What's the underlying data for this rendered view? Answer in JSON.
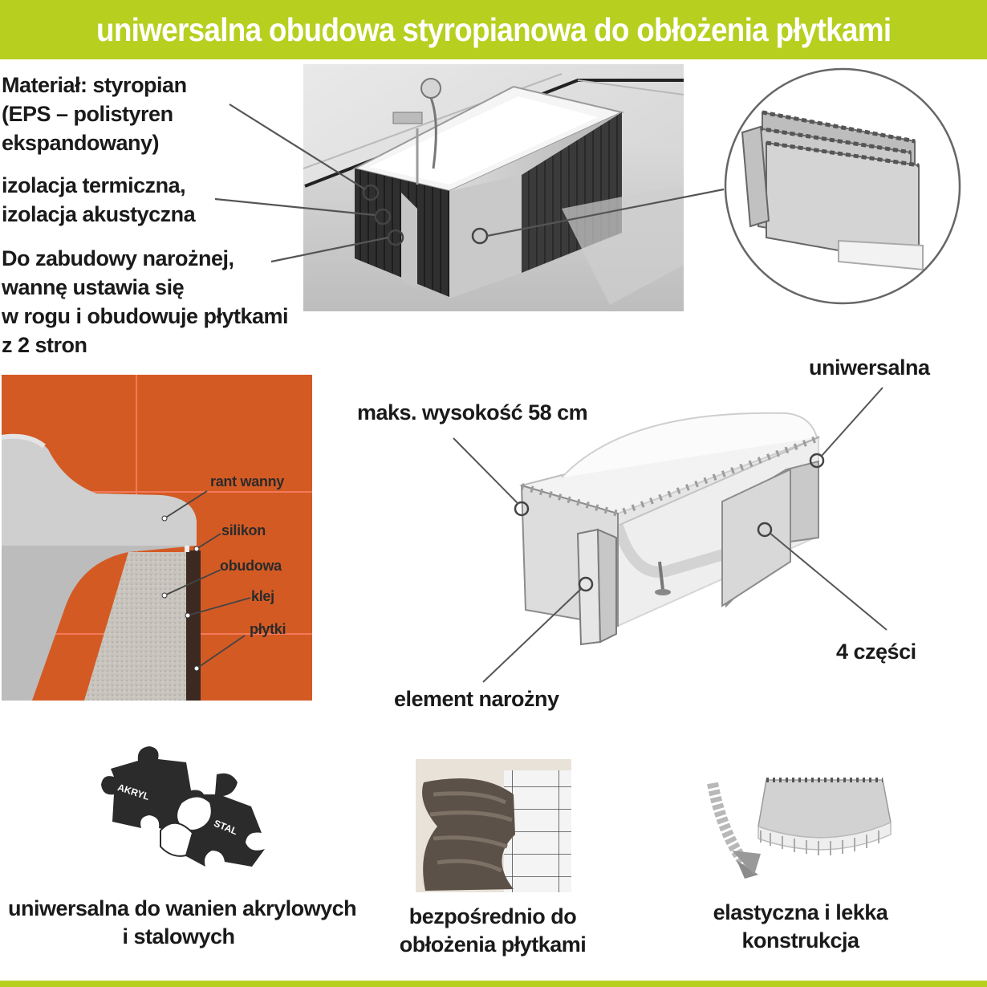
{
  "header": {
    "title": "uniwersalna obudowa styropianowa do obłożenia płytkami"
  },
  "features": {
    "material": [
      "Materiał: styropian",
      "(EPS – polistyren",
      "ekspandowany)"
    ],
    "insulation": [
      "izolacja termiczna,",
      "izolacja akustyczna"
    ],
    "corner": [
      "Do zabudowy narożnej,",
      "wannę ustawia się",
      "w rogu i obudowuje płytkami",
      "z 2 stron"
    ]
  },
  "cross_section": {
    "labels": [
      "rant wanny",
      "silikon",
      "obudowa",
      "klej",
      "płytki"
    ]
  },
  "diagram": {
    "height": "maks. wysokość 58 cm",
    "universal": "uniwersalna",
    "parts": "4 części",
    "corner_element": "element narożny"
  },
  "bottom": {
    "puzzle": {
      "left_piece": "AKRYL",
      "right_piece": "STAL",
      "caption": [
        "uniwersalna do wanien akrylowych",
        "i stalowych"
      ]
    },
    "tiles": {
      "caption": [
        "bezpośrednio do",
        "obłożenia płytkami"
      ]
    },
    "flex": {
      "caption": [
        "elastyczna i lekka",
        "konstrukcja"
      ]
    }
  },
  "colors": {
    "accent": "#b7cf1f",
    "tile_orange": "#d45a24",
    "panel_dark": "#2f2f2f"
  }
}
